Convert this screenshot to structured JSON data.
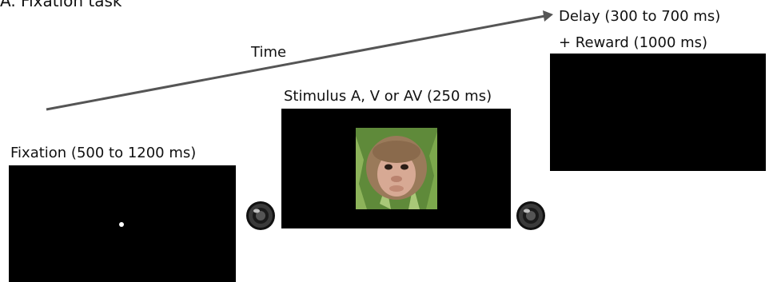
{
  "figure_title": "A. Fixation task",
  "timeline": {
    "label": "Time"
  },
  "stages": [
    {
      "id": "fixation",
      "label": "Fixation (500 to 1200 ms)"
    },
    {
      "id": "stimulus",
      "label": "Stimulus A, V or AV (250 ms)"
    },
    {
      "id": "delay",
      "label_line1": "Delay (300 to 700 ms)",
      "label_line2": "+ Reward (1000 ms)"
    }
  ],
  "icons": {
    "speaker": "loudspeaker-icon",
    "fixation_point": "fixation-dot-icon",
    "stimulus_image": "monkey-face-photo"
  },
  "colors": {
    "screen": "#000000",
    "arrow": "#555555",
    "text": "#111111",
    "fixation_dot": "#ffffff"
  }
}
